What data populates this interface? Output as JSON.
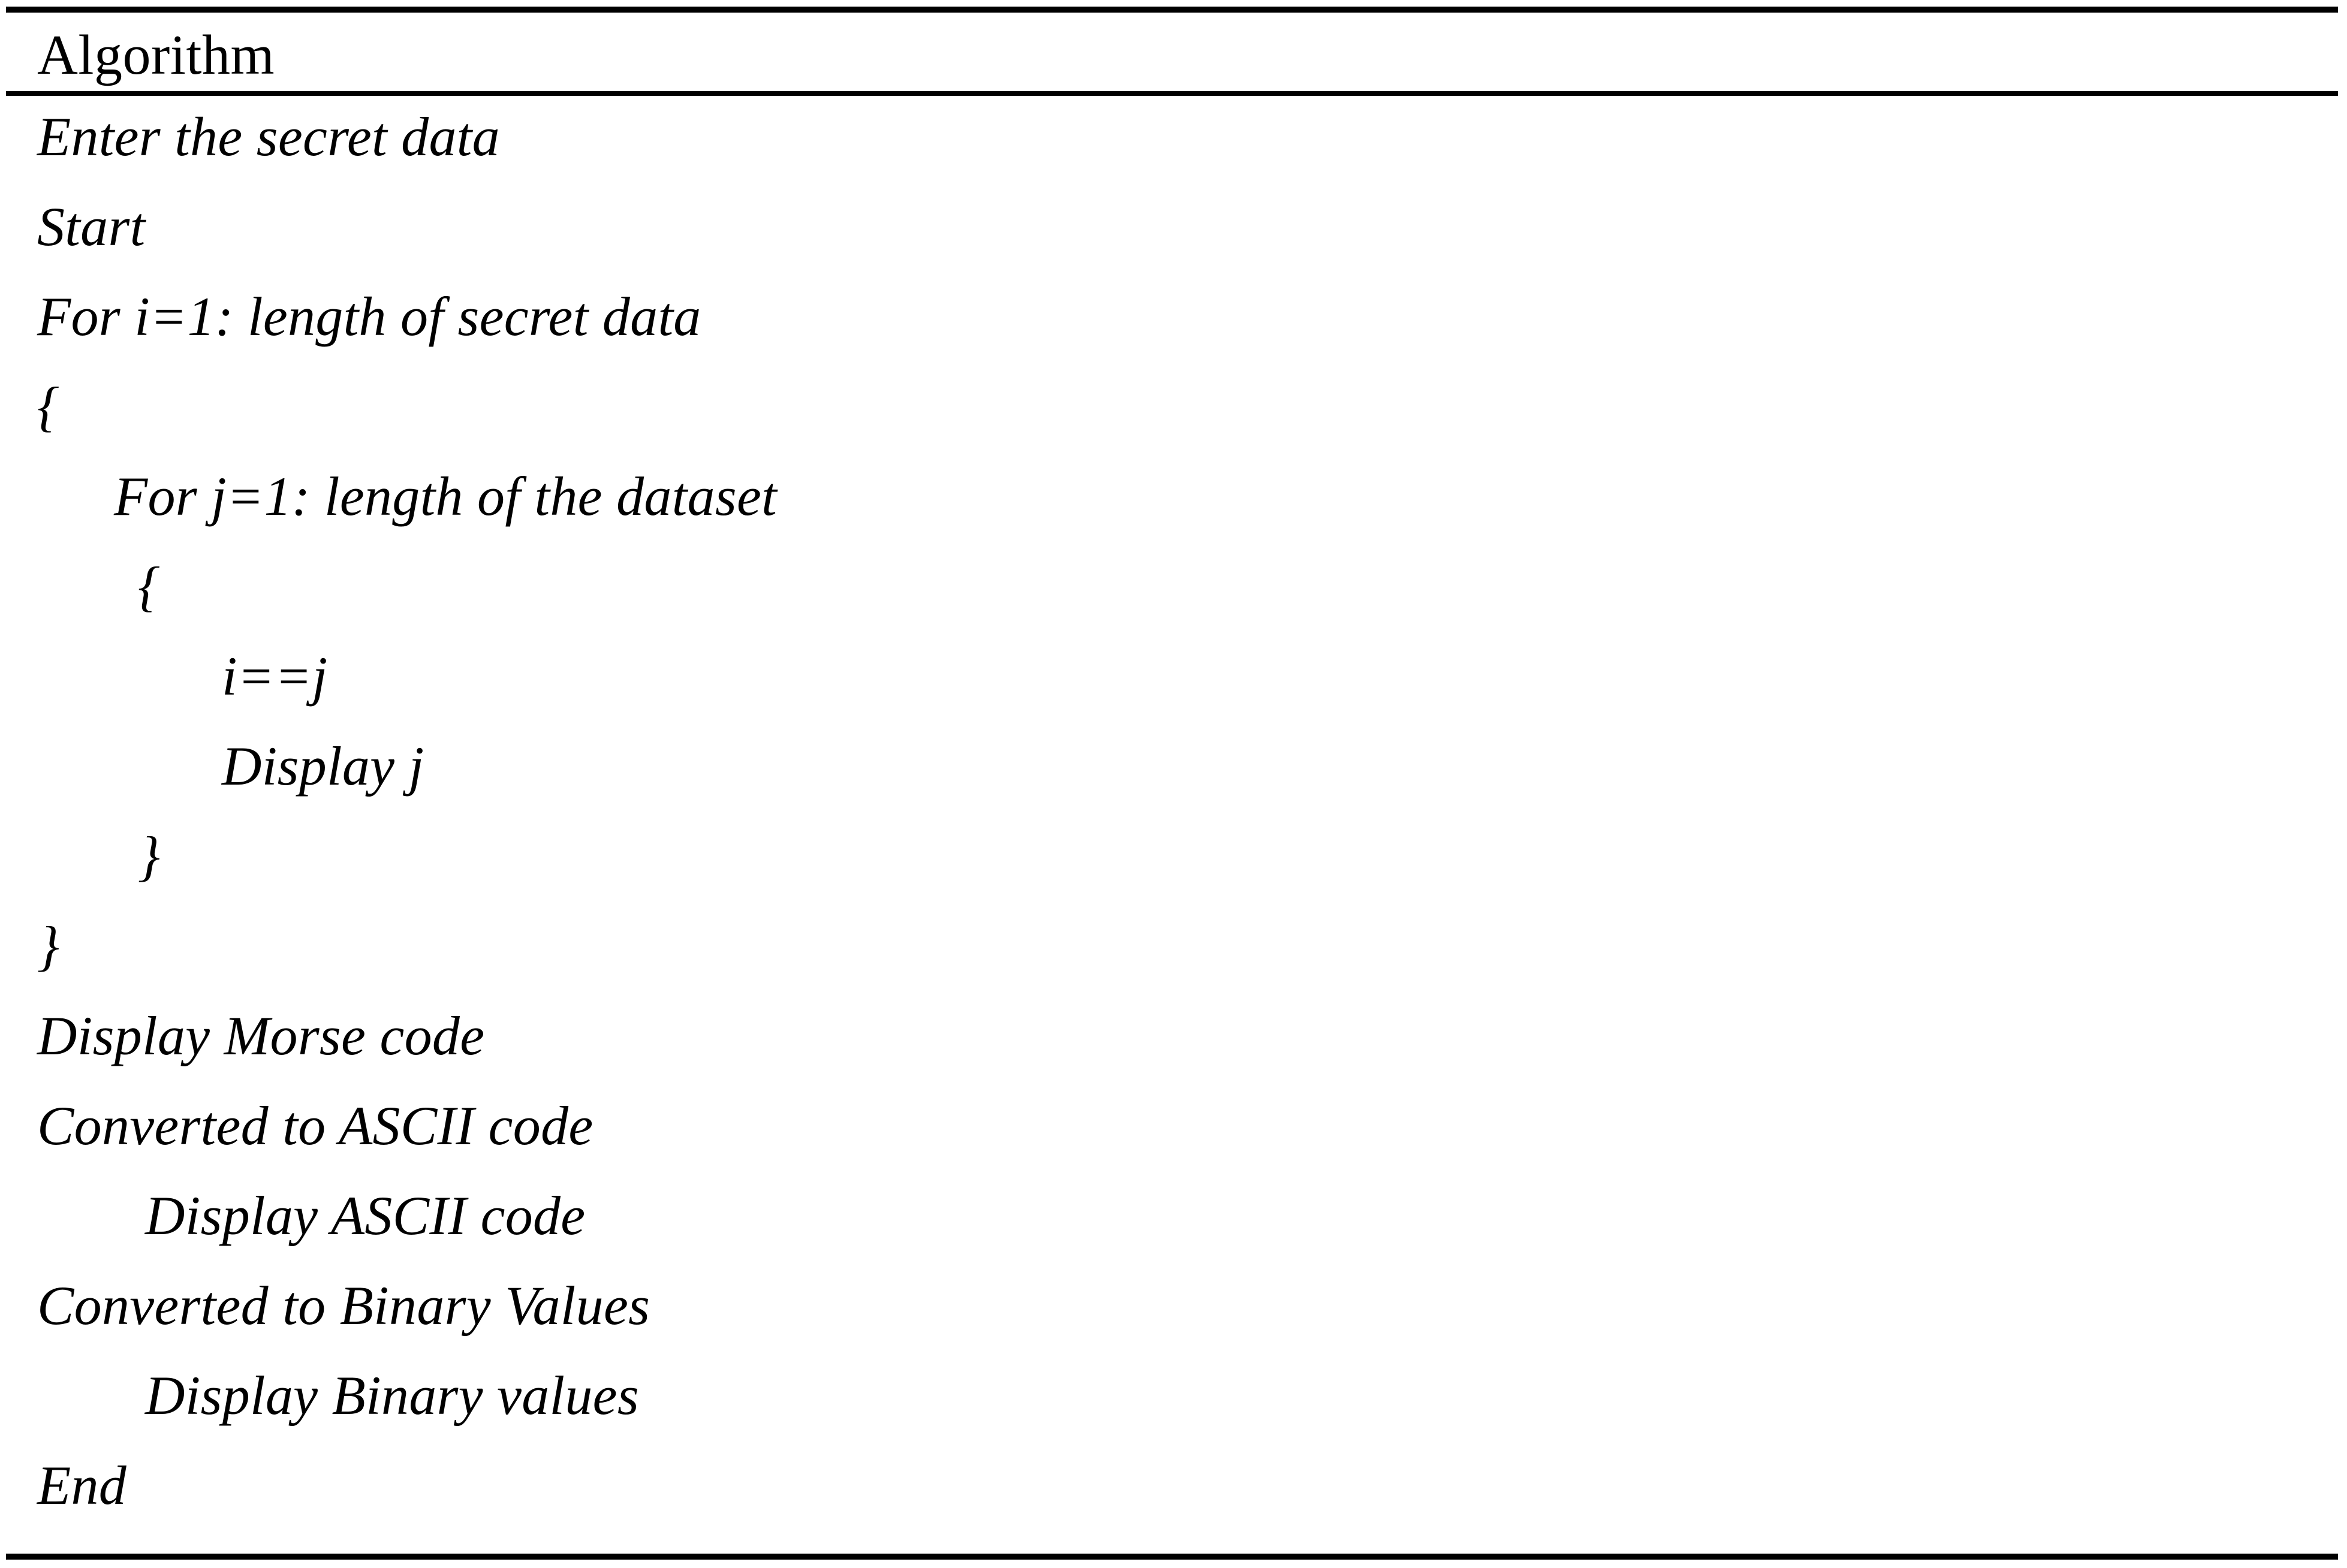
{
  "document": {
    "title": "Algorithm",
    "header_label": "Algorithm"
  },
  "algorithm": {
    "lines": [
      {
        "text": "Enter the secret data",
        "indent": 0
      },
      {
        "text": "Start",
        "indent": 0
      },
      {
        "text": "For i=1: length of secret data",
        "indent": 0
      },
      {
        "text": "{",
        "indent": 0
      },
      {
        "text": "For j=1: length of the dataset",
        "indent": 1
      },
      {
        "text": "{",
        "indent": 2
      },
      {
        "text": "i==j",
        "indent": 3
      },
      {
        "text": "Display j",
        "indent": 3
      },
      {
        "text": "}",
        "indent": 2
      },
      {
        "text": "}",
        "indent": 0
      },
      {
        "text": "Display Morse code",
        "indent": 0
      },
      {
        "text": "Converted to ASCII code",
        "indent": 0
      },
      {
        "text": "Display ASCII code",
        "indent": 5
      },
      {
        "text": "Converted to Binary Values",
        "indent": 0
      },
      {
        "text": "Display Binary values",
        "indent": 5
      },
      {
        "text": "End",
        "indent": 0
      }
    ]
  },
  "style": {
    "rule_color": "#000000",
    "text_color": "#000000",
    "background_color": "#ffffff"
  }
}
